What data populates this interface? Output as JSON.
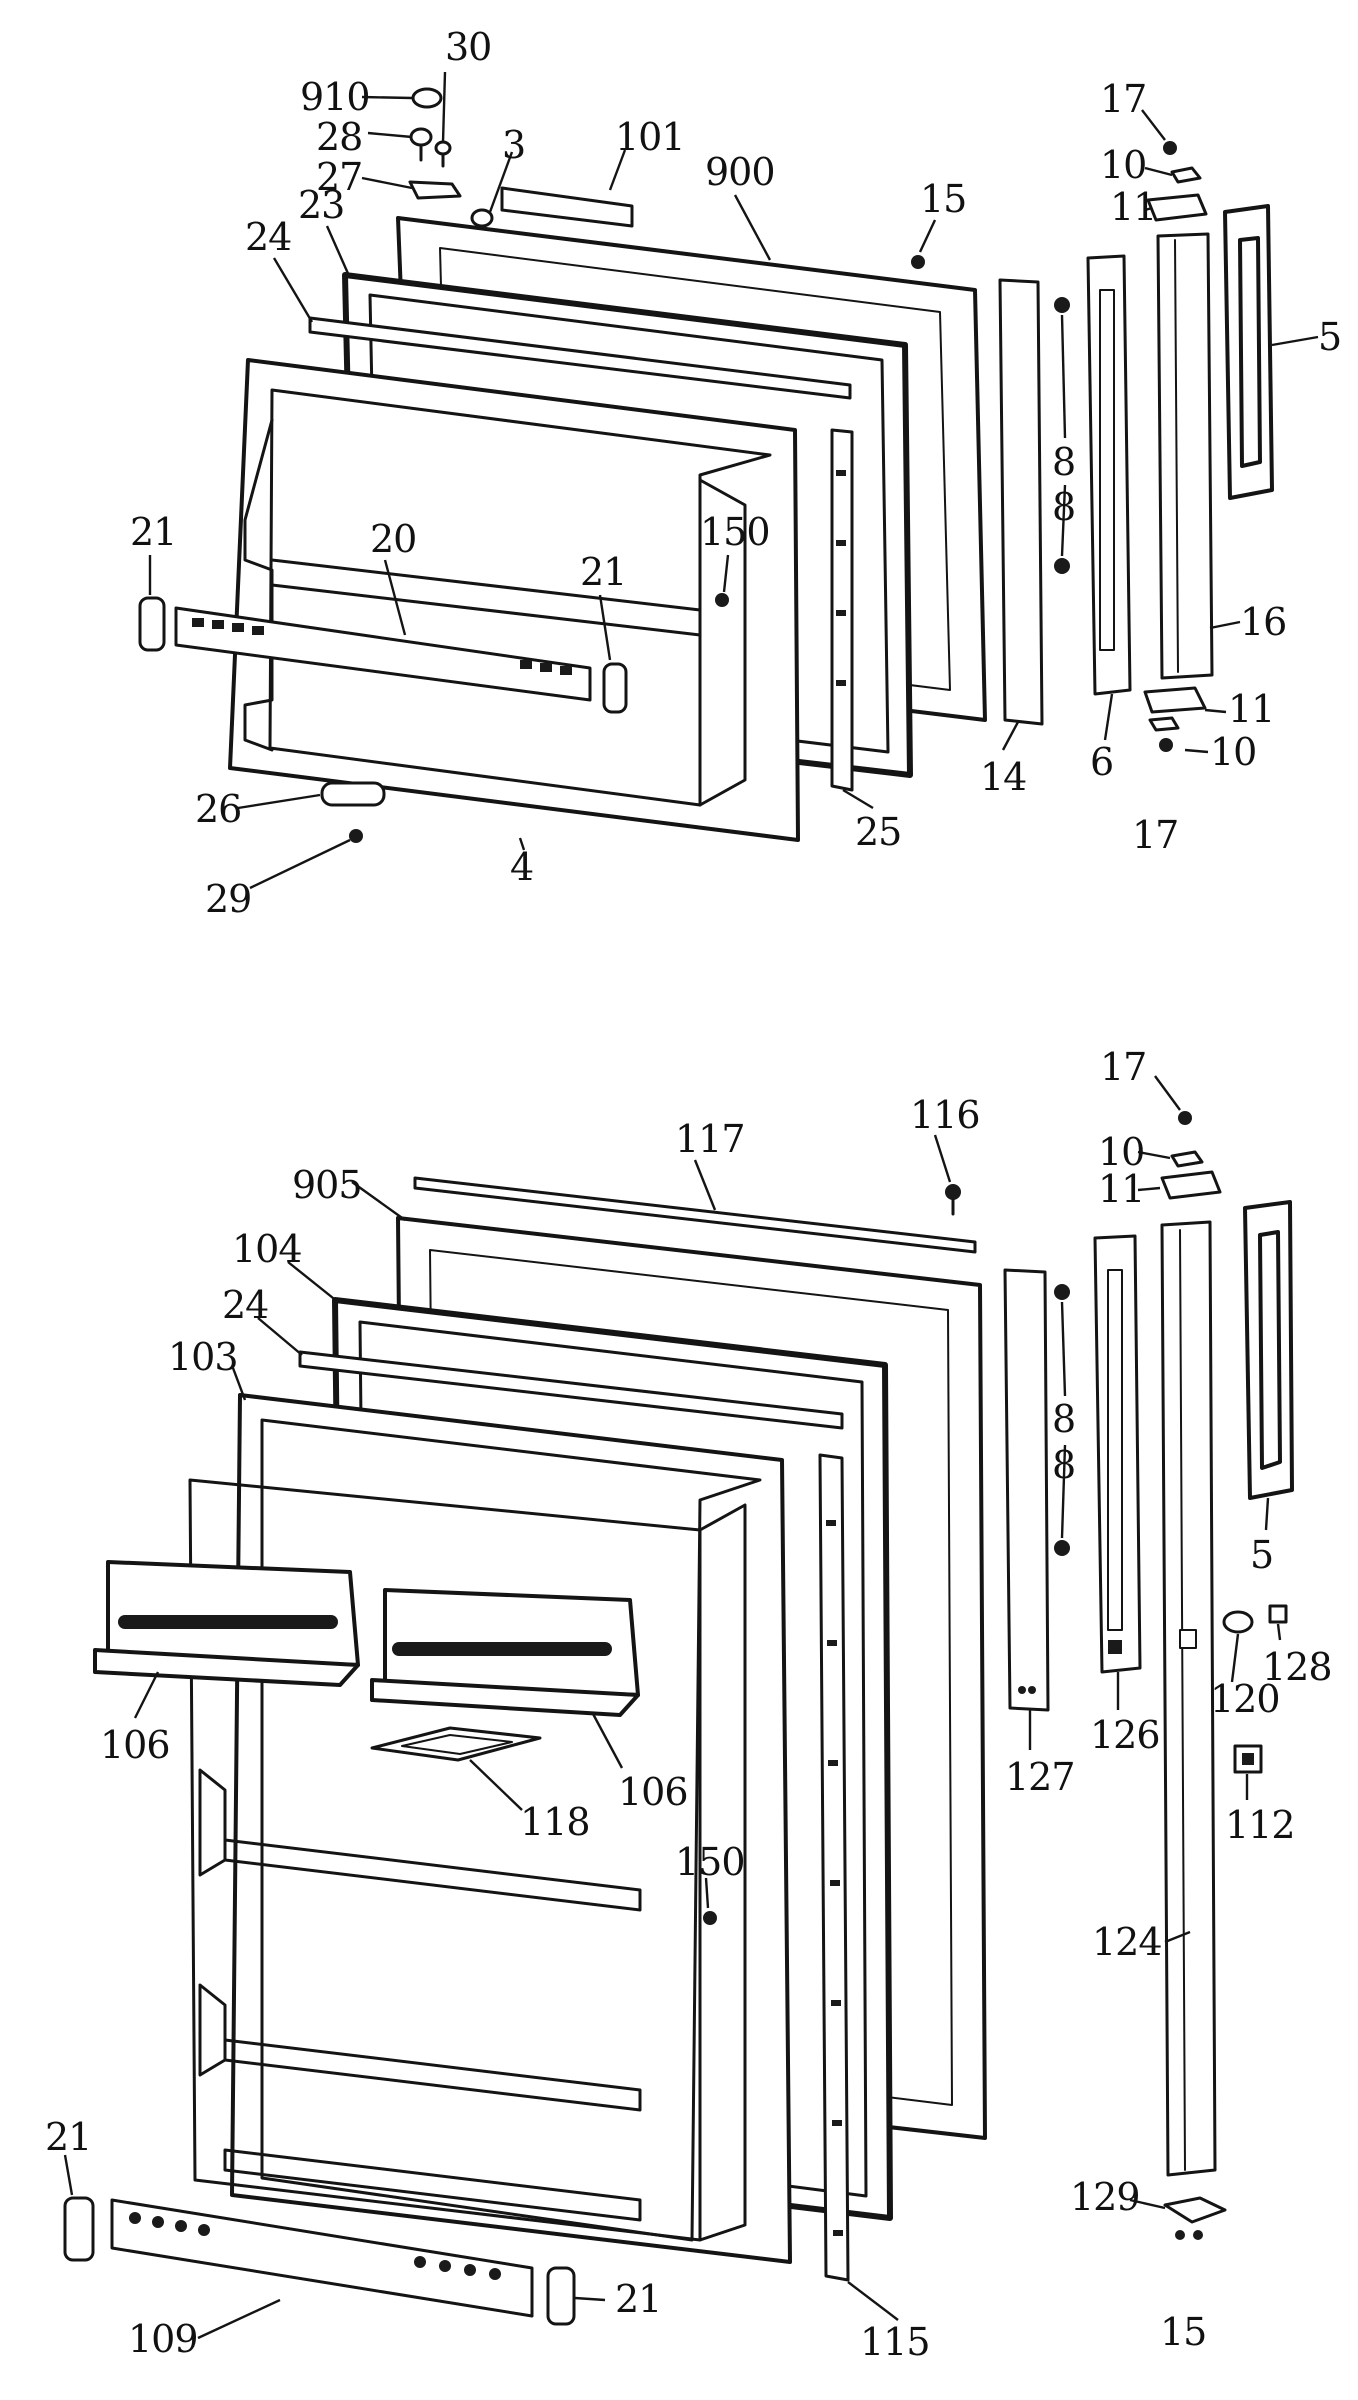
{
  "diagram": {
    "callouts": {
      "upper": [
        "910",
        "30",
        "28",
        "27",
        "3",
        "101",
        "900",
        "15",
        "24",
        "23",
        "21",
        "20",
        "21",
        "150",
        "26",
        "29",
        "4",
        "25",
        "14",
        "17",
        "10",
        "11",
        "5",
        "8",
        "8",
        "16",
        "6",
        "11",
        "10",
        "17"
      ],
      "lower": [
        "17",
        "116",
        "117",
        "905",
        "10",
        "11",
        "104",
        "24",
        "103",
        "8",
        "5",
        "8",
        "106",
        "106",
        "118",
        "120",
        "128",
        "127",
        "126",
        "112",
        "150",
        "124",
        "21",
        "21",
        "109",
        "115",
        "129",
        "15"
      ]
    }
  }
}
